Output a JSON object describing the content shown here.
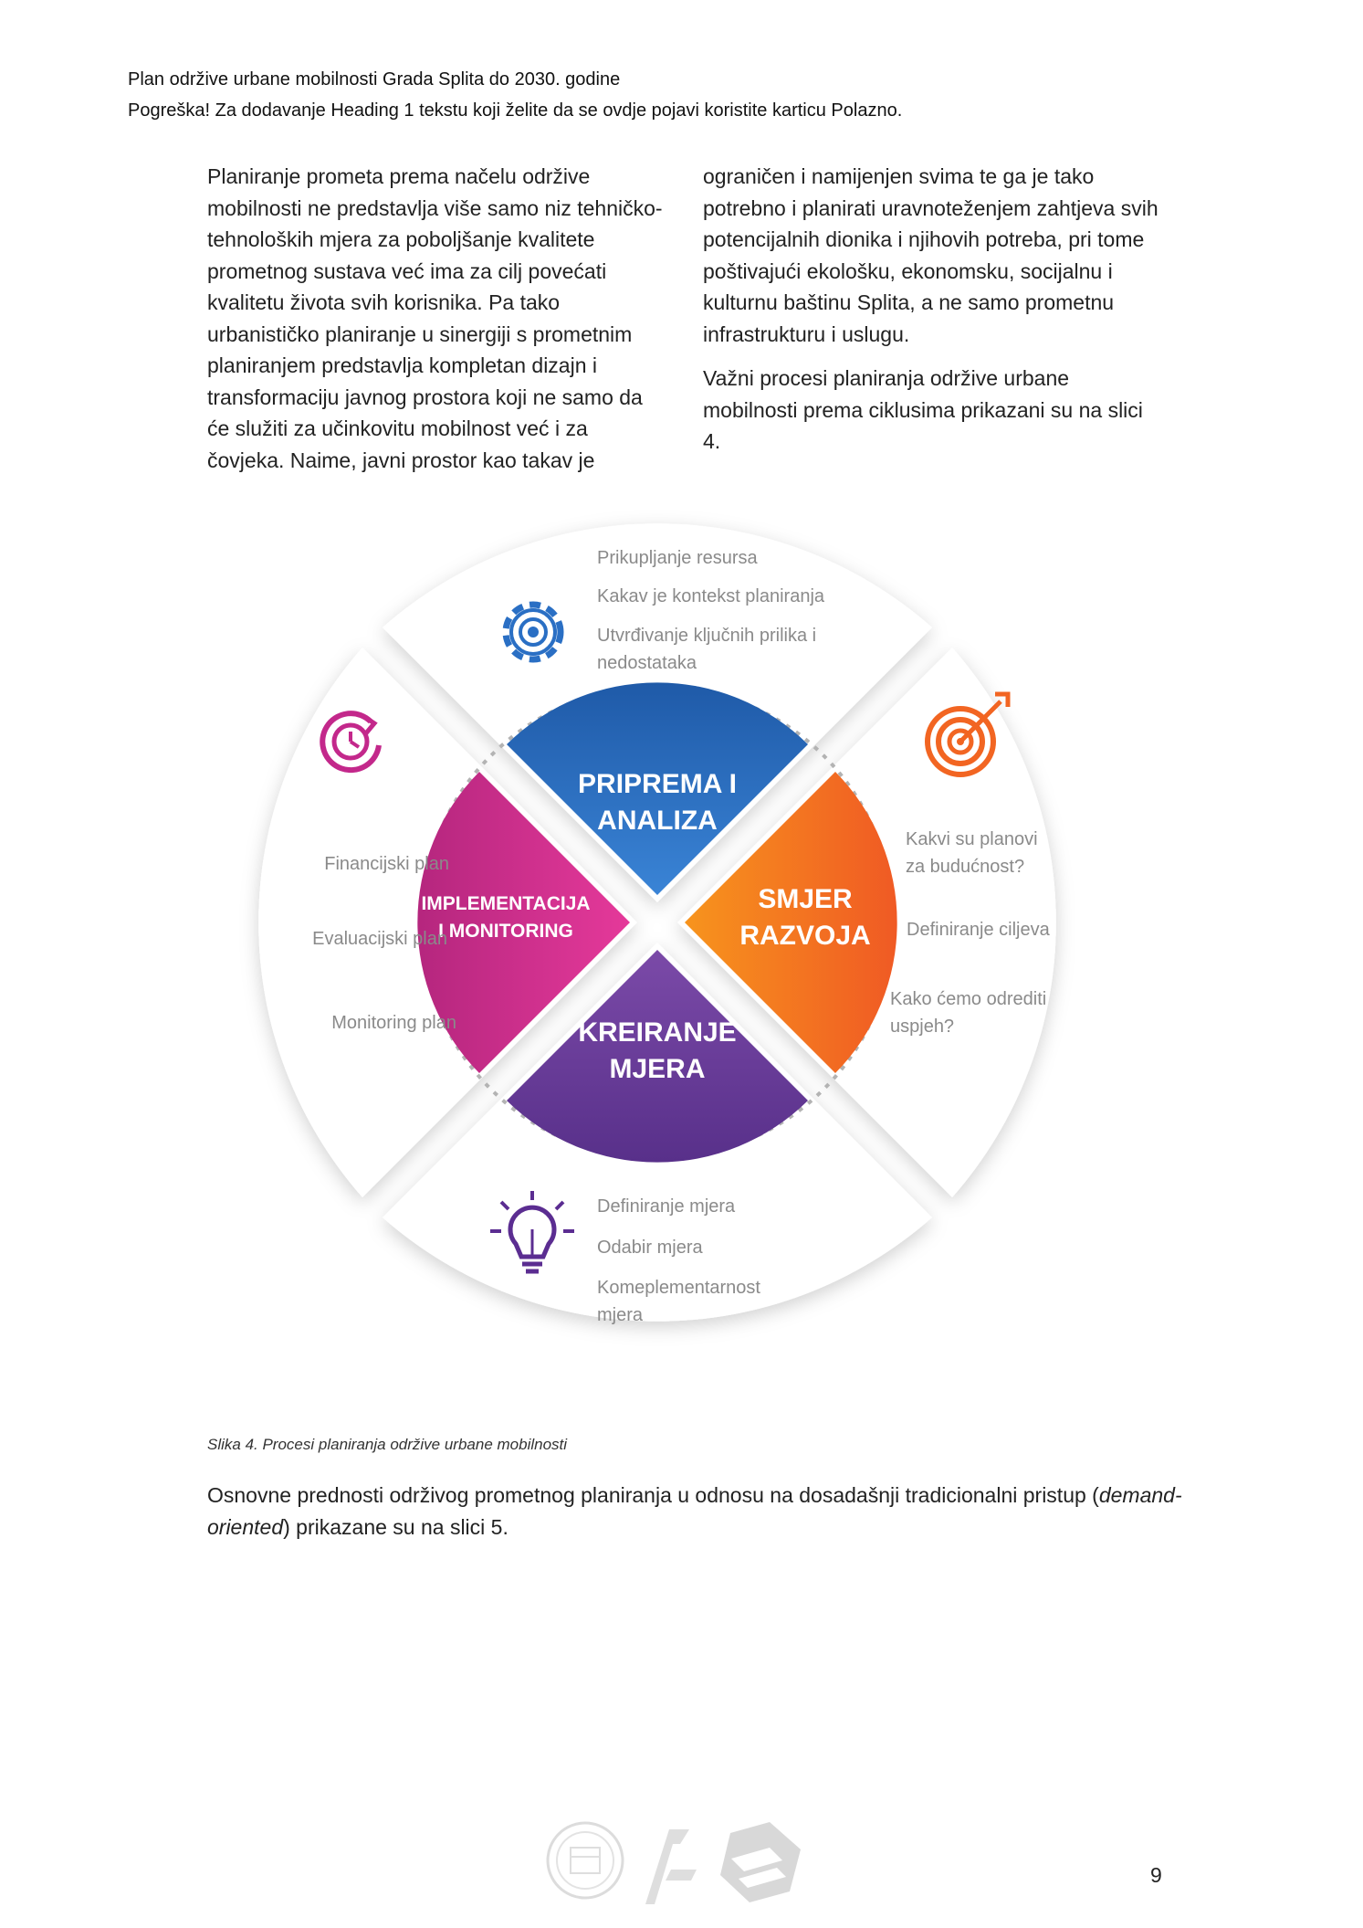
{
  "header": {
    "line1": "Plan održive urbane mobilnosti Grada Splita do 2030. godine",
    "line2": "Pogreška! Za dodavanje Heading 1 tekstu koji želite da se ovdje pojavi koristite karticu Polazno."
  },
  "body": {
    "left_paragraph": "Planiranje prometa prema načelu održive mobilnosti ne predstavlja više samo niz tehničko-tehnoloških mjera za poboljšanje kvalitete prometnog sustava već ima za cilj povećati kvalitetu života svih korisnika. Pa tako urbanističko planiranje u sinergiji s prometnim planiranjem predstavlja kompletan dizajn i transformaciju javnog prostora koji ne samo da će služiti za učinkovitu mobilnost već i za čovjeka. Naime, javni prostor kao takav je",
    "right_paragraph1": "ograničen i namijenjen svima te ga je tako potrebno i planirati uravnoteženjem zahtjeva svih potencijalnih dionika i njihovih potreba, pri tome poštivajući ekološku, ekonomsku, socijalnu i kulturnu baštinu Splita, a ne samo prometnu infrastrukturu i uslugu.",
    "right_paragraph2": "Važni procesi planiranja održive urbane mobilnosti prema ciklusima prikazani su na slici 4."
  },
  "diagram": {
    "top": {
      "label_line1": "PRIPREMA I",
      "label_line2": "ANALIZA",
      "color": "#2a67bf",
      "icon": "gear-icon",
      "items": [
        "Prikupljanje resursa",
        "Kakav je kontekst planiranja",
        "Utvrđivanje ključnih prilika i",
        "nedostataka"
      ]
    },
    "right": {
      "label_line1": "SMJER",
      "label_line2": "RAZVOJA",
      "color": "#f26a21",
      "icon": "target-icon",
      "items": [
        "Kakvi su planovi",
        "za budućnost?",
        "Definiranje ciljeva",
        "Kako ćemo odrediti",
        "uspjeh?"
      ]
    },
    "bottom": {
      "label_line1": "KREIRANJE",
      "label_line2": "MJERA",
      "color": "#6a3a9a",
      "icon": "lightbulb-icon",
      "items": [
        "Definiranje mjera",
        "Odabir mjera",
        "Komeplementarnost",
        "mjera"
      ]
    },
    "left": {
      "label_line1": "IMPLEMENTACIJA",
      "label_line2": "I MONITORING",
      "color": "#c3288b",
      "icon": "clock-cycle-icon",
      "items": [
        "Financijski plan",
        "Evaluacijski plan",
        "Monitoring plan"
      ]
    }
  },
  "caption": "Slika 4. Procesi planiranja održive urbane mobilnosti",
  "bottom_paragraph": {
    "before": "Osnovne prednosti održivog prometnog planiranja u odnosu na dosadašnji tradicionalni pristup (",
    "italic": "demand-oriented",
    "after": ") prikazane su na slici 5."
  },
  "page_number": "9"
}
